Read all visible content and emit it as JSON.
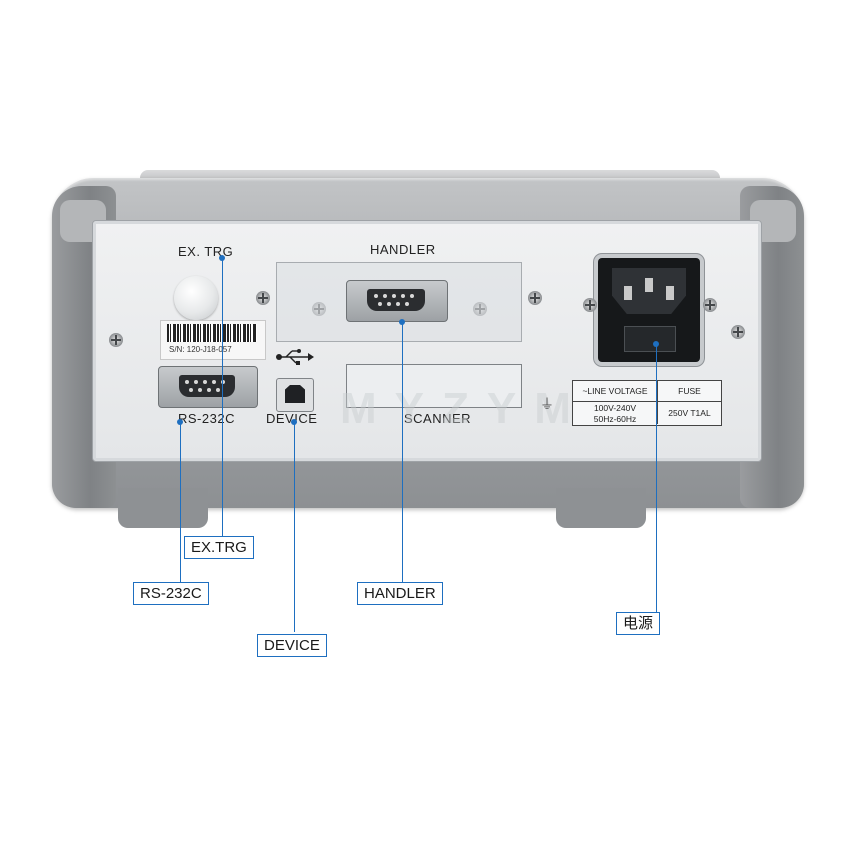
{
  "panel_labels": {
    "ex_trg": "EX. TRG",
    "handler": "HANDLER",
    "rs232c": "RS-232C",
    "device": "DEVICE",
    "scanner": "SCANNER",
    "serial_number": "S/N: 120-J18-057"
  },
  "spec_table": {
    "line_voltage_header": "~LINE VOLTAGE",
    "fuse_header": "FUSE",
    "voltage_value": "100V-240V",
    "frequency_value": "50Hz-60Hz",
    "fuse_value": "250V T1AL"
  },
  "watermark": "MYZYM",
  "callouts": {
    "ex_trg": "EX.TRG",
    "rs232c": "RS-232C",
    "handler": "HANDLER",
    "device": "DEVICE",
    "power": "电源"
  },
  "colors": {
    "callout": "#1e6fc0",
    "housing": "#9ea1a4",
    "panel": "#e8eaec"
  },
  "icons": {
    "usb": "usb-symbol-icon",
    "ground": "ground-symbol-icon",
    "screw": "screw-icon"
  }
}
